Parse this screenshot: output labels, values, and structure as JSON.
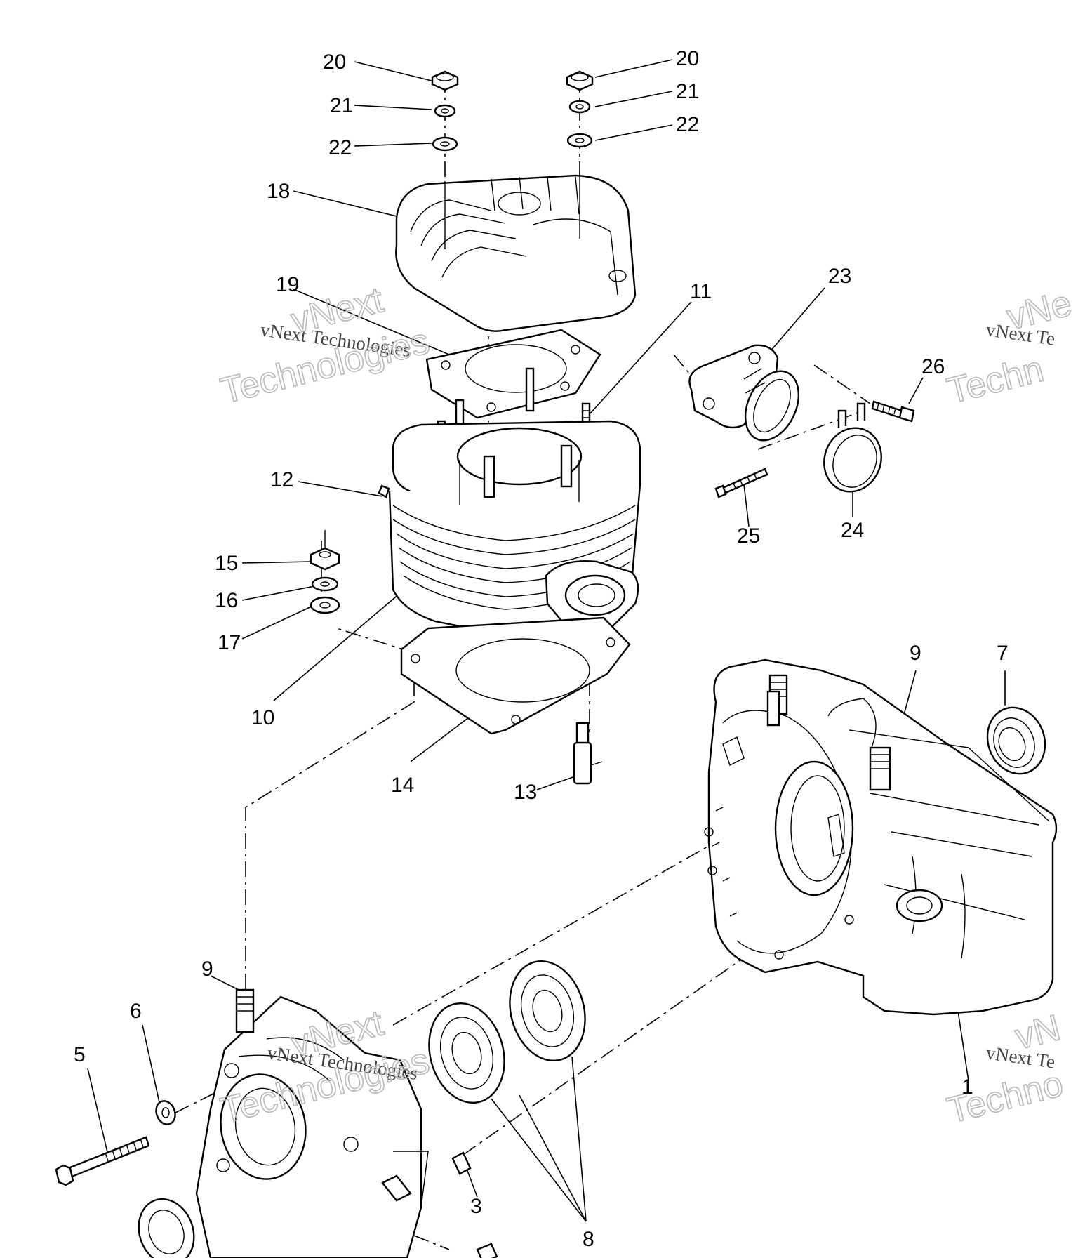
{
  "diagram": {
    "callouts": [
      {
        "id": "c20a",
        "text": "20"
      },
      {
        "id": "c21a",
        "text": "21"
      },
      {
        "id": "c22a",
        "text": "22"
      },
      {
        "id": "c20b",
        "text": "20"
      },
      {
        "id": "c21b",
        "text": "21"
      },
      {
        "id": "c22b",
        "text": "22"
      },
      {
        "id": "c18",
        "text": "18"
      },
      {
        "id": "c19",
        "text": "19"
      },
      {
        "id": "c11",
        "text": "11"
      },
      {
        "id": "c23",
        "text": "23"
      },
      {
        "id": "c26",
        "text": "26"
      },
      {
        "id": "c12",
        "text": "12"
      },
      {
        "id": "c25",
        "text": "25"
      },
      {
        "id": "c24",
        "text": "24"
      },
      {
        "id": "c15",
        "text": "15"
      },
      {
        "id": "c16",
        "text": "16"
      },
      {
        "id": "c17",
        "text": "17"
      },
      {
        "id": "c10",
        "text": "10"
      },
      {
        "id": "c14",
        "text": "14"
      },
      {
        "id": "c13",
        "text": "13"
      },
      {
        "id": "c9a",
        "text": "9"
      },
      {
        "id": "c7",
        "text": "7"
      },
      {
        "id": "c9b",
        "text": "9"
      },
      {
        "id": "c6",
        "text": "6"
      },
      {
        "id": "c5",
        "text": "5"
      },
      {
        "id": "c1",
        "text": "1"
      },
      {
        "id": "c3",
        "text": "3"
      },
      {
        "id": "c8",
        "text": "8"
      }
    ],
    "watermark": {
      "line": "vNext Technologies",
      "word1": "vNext",
      "word2": "Technologies",
      "partial_line": "vNext Te",
      "partial_word1": "vNe",
      "partial_word2": "Techn",
      "partial_line_b": "vNext Te",
      "partial_word1_b": "vN",
      "partial_word2_b": "Techno"
    }
  }
}
